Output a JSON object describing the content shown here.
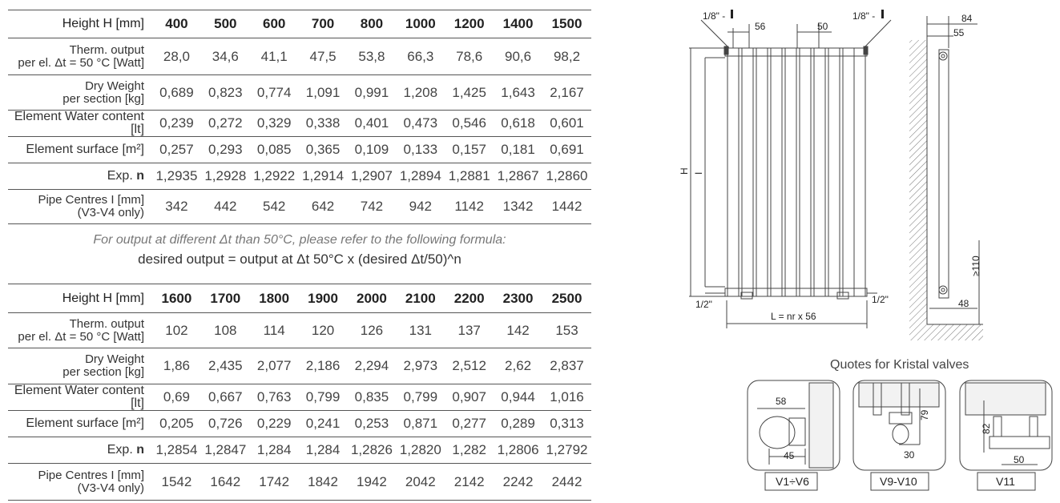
{
  "table1": {
    "header": {
      "label": "Height H [mm]",
      "values": [
        "400",
        "500",
        "600",
        "700",
        "800",
        "1000",
        "1200",
        "1400",
        "1500"
      ]
    },
    "rows": [
      {
        "label1": "Therm. output",
        "label2": "per el. Δt = 50 °C [Watt]",
        "values": [
          "28,0",
          "34,6",
          "41,1",
          "47,5",
          "53,8",
          "66,3",
          "78,6",
          "90,6",
          "98,2"
        ]
      },
      {
        "label1": "Dry Weight",
        "label2": "per section [kg]",
        "values": [
          "0,689",
          "0,823",
          "0,774",
          "1,091",
          "0,991",
          "1,208",
          "1,425",
          "1,643",
          "2,167"
        ]
      },
      {
        "label": "Element Water content [lt]",
        "values": [
          "0,239",
          "0,272",
          "0,329",
          "0,338",
          "0,401",
          "0,473",
          "0,546",
          "0,618",
          "0,601"
        ]
      },
      {
        "label": "Element surface [m²]",
        "values": [
          "0,257",
          "0,293",
          "0,085",
          "0,365",
          "0,109",
          "0,133",
          "0,157",
          "0,181",
          "0,691"
        ]
      },
      {
        "label": "Exp.",
        "label_bold": "n",
        "values": [
          "1,2935",
          "1,2928",
          "1,2922",
          "1,2914",
          "1,2907",
          "1,2894",
          "1,2881",
          "1,2867",
          "1,2860"
        ]
      },
      {
        "label1": "Pipe Centres I [mm]",
        "label2": "(V3-V4 only)",
        "values": [
          "342",
          "442",
          "542",
          "642",
          "742",
          "942",
          "1142",
          "1342",
          "1442"
        ]
      }
    ]
  },
  "note": {
    "line1": "For output at different Δt than 50°C, please refer to the following formula:",
    "line2": "desired output = output at Δt 50°C x (desired Δt/50)^n"
  },
  "table2": {
    "header": {
      "label": "Height H [mm]",
      "values": [
        "1600",
        "1700",
        "1800",
        "1900",
        "2000",
        "2100",
        "2200",
        "2300",
        "2500"
      ]
    },
    "rows": [
      {
        "label1": "Therm. output",
        "label2": "per el. Δt = 50 °C [Watt]",
        "values": [
          "102",
          "108",
          "114",
          "120",
          "126",
          "131",
          "137",
          "142",
          "153"
        ]
      },
      {
        "label1": "Dry Weight",
        "label2": "per section [kg]",
        "values": [
          "1,86",
          "2,435",
          "2,077",
          "2,186",
          "2,294",
          "2,973",
          "2,512",
          "2,62",
          "2,837"
        ]
      },
      {
        "label": "Element Water content [lt]",
        "values": [
          "0,69",
          "0,667",
          "0,763",
          "0,799",
          "0,835",
          "0,799",
          "0,907",
          "0,944",
          "1,016"
        ]
      },
      {
        "label": "Element surface [m²]",
        "values": [
          "0,205",
          "0,726",
          "0,229",
          "0,241",
          "0,253",
          "0,871",
          "0,277",
          "0,289",
          "0,313"
        ]
      },
      {
        "label": "Exp.",
        "label_bold": "n",
        "values": [
          "1,2854",
          "1,2847",
          "1,284",
          "1,284",
          "1,2826",
          "1,2820",
          "1,282",
          "1,2806",
          "1,2792"
        ]
      },
      {
        "label1": "Pipe Centres I [mm]",
        "label2": "(V3-V4 only)",
        "values": [
          "1542",
          "1642",
          "1742",
          "1842",
          "1942",
          "2042",
          "2142",
          "2242",
          "2442"
        ]
      }
    ]
  },
  "drawing": {
    "front": {
      "thread_left": "1/8\" -",
      "thread_right": "1/8\" -",
      "dim_56": "56",
      "dim_50": "50",
      "h_label": "H",
      "i_label": "I",
      "conn_left": "1/2\"",
      "conn_right": "1/2\"",
      "length": "L = nr x 56"
    },
    "side": {
      "dim_84": "84",
      "dim_55": "55",
      "dim_110": "≥110",
      "dim_48": "48"
    }
  },
  "valves": {
    "caption": "Quotes for Kristal valves",
    "v1": {
      "label": "V1÷V6",
      "dim_58": "58",
      "dim_45": "45"
    },
    "v9": {
      "label": "V9-V10",
      "dim_79": "79",
      "dim_30": "30"
    },
    "v11": {
      "label": "V11",
      "dim_82": "82",
      "dim_50": "50"
    }
  }
}
